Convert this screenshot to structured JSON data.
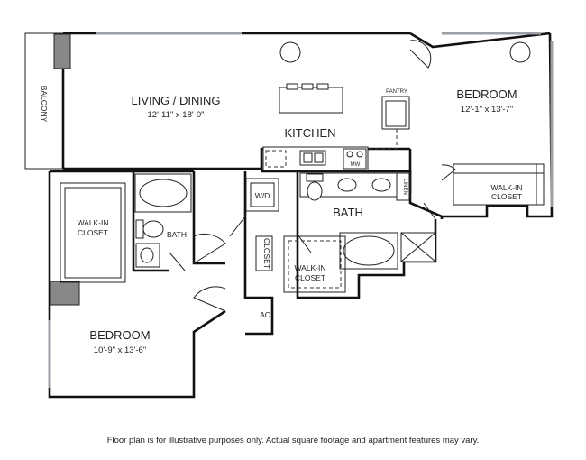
{
  "rooms": {
    "balcony": {
      "name": "BALCONY"
    },
    "living_dining": {
      "name": "LIVING / DINING",
      "dims": "12'-11\" x 18'-0\""
    },
    "kitchen": {
      "name": "KITCHEN"
    },
    "pantry": {
      "name": "PANTRY"
    },
    "microwave": {
      "name": "MW"
    },
    "linen": {
      "name": "LINEN"
    },
    "bedroom_master": {
      "name": "BEDROOM",
      "dims": "12'-1\" x 13'-7\""
    },
    "walkin_master": {
      "name_line1": "WALK-IN",
      "name_line2": "CLOSET"
    },
    "bath_master": {
      "name": "BATH"
    },
    "washer_dryer": {
      "name": "W/D"
    },
    "closet_hall": {
      "name": "CLOSET"
    },
    "walkin_hall": {
      "name_line1": "WALK-IN",
      "name_line2": "CLOSET"
    },
    "ac": {
      "name": "AC"
    },
    "walkin_second": {
      "name_line1": "WALK-IN",
      "name_line2": "CLOSET"
    },
    "bath_second": {
      "name": "BATH"
    },
    "bedroom_second": {
      "name": "BEDROOM",
      "dims": "10'-9\" x 13'-6\""
    }
  },
  "disclaimer": "Floor plan is for illustrative purposes only.  Actual square footage and apartment features may vary."
}
